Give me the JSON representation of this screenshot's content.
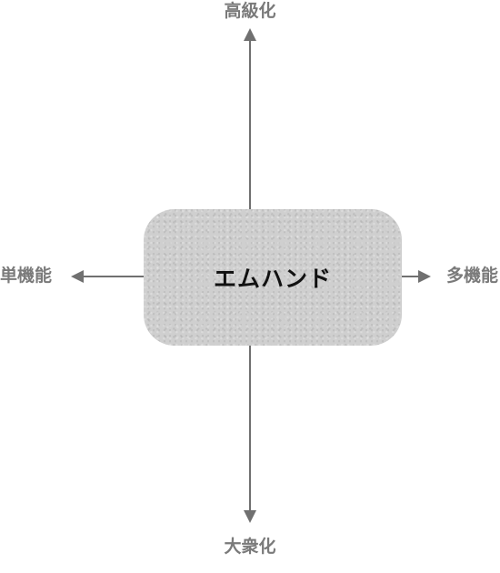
{
  "diagram": {
    "center_label": "エムハンド",
    "axes": {
      "top_label": "高級化",
      "bottom_label": "大衆化",
      "left_label": "単機能",
      "right_label": "多機能"
    },
    "colors": {
      "arrow": "#707070",
      "label": "#7a7a7a",
      "box_fill": "#cfcfcf",
      "center_text": "#111111"
    }
  }
}
